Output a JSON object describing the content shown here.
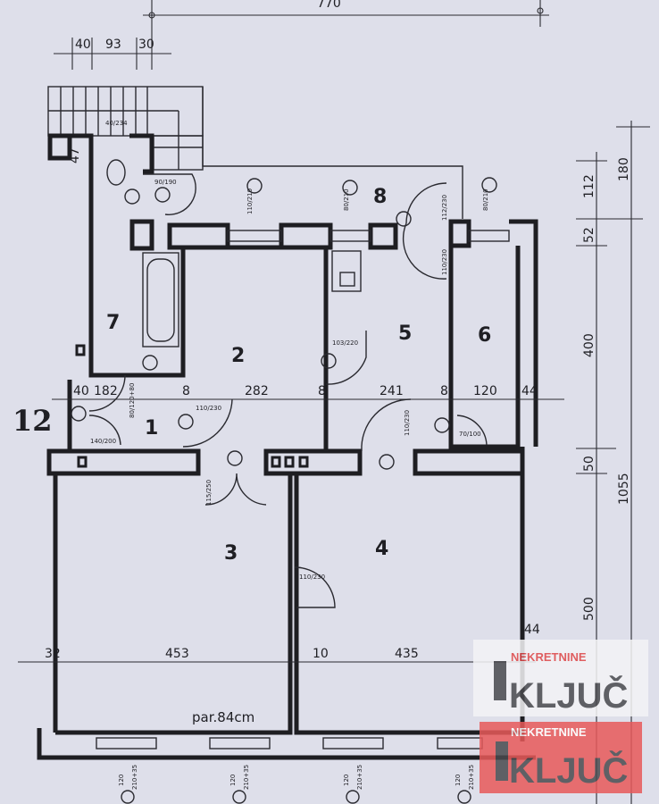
{
  "plan": {
    "rooms": [
      "1",
      "2",
      "3",
      "4",
      "5",
      "6",
      "7",
      "8"
    ],
    "unit_number": "12",
    "overall_width": "770",
    "top_dims": [
      "40",
      "93",
      "30"
    ],
    "row1_dims": [
      "40",
      "182",
      "8",
      "282",
      "8",
      "241",
      "8",
      "120",
      "44"
    ],
    "row2_dims": [
      "32",
      "453",
      "10",
      "435",
      "44"
    ],
    "right_dims": [
      "112",
      "180",
      "52",
      "400",
      "50",
      "1055",
      "500"
    ],
    "left_dim": "47",
    "doors": [
      "90/190",
      "110/210",
      "80/210",
      "112/230",
      "80/210",
      "110/230",
      "103/220",
      "110/230",
      "80/120+80",
      "140/200",
      "110/230",
      "70/100",
      "115/250",
      "110/230",
      "40/234"
    ],
    "windows": [
      {
        "w": "120",
        "h": "210+35"
      },
      {
        "w": "120",
        "h": "210+35"
      },
      {
        "w": "120",
        "h": "210+35"
      },
      {
        "w": "120",
        "h": "210+35"
      }
    ],
    "note": "par.84cm"
  },
  "watermark": {
    "line1": "NEKRETNINE",
    "line2": "KLJUČ",
    "colors": {
      "red": "#e85a5a",
      "gray": "#4a4a4e"
    }
  }
}
